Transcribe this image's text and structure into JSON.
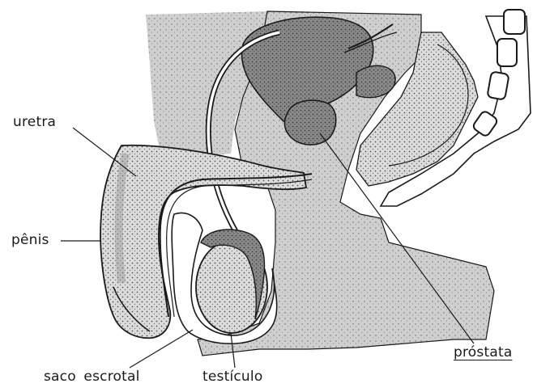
{
  "labels": {
    "uretra": "uretra",
    "penis": "pênis",
    "saco_escrotal": "saco escrotal",
    "testiculo": "testículo",
    "prostata": "próstata"
  },
  "colors": {
    "body_tissue": "#c7c7c7",
    "organ_dark": "#7a7a7a",
    "stippled": "#d6d6d6",
    "outline": "#1a1a1a",
    "background": "#ffffff"
  }
}
